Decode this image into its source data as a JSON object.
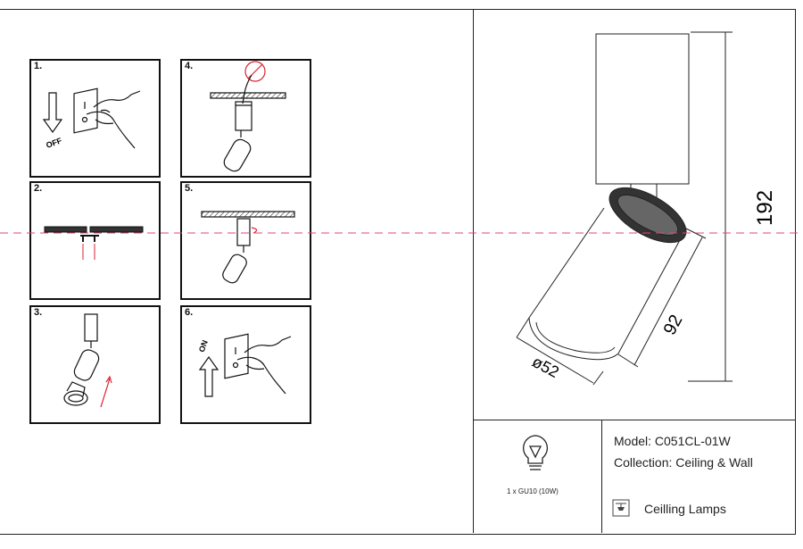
{
  "steps": [
    {
      "number": "1.",
      "label": "OFF"
    },
    {
      "number": "2."
    },
    {
      "number": "3."
    },
    {
      "number": "4."
    },
    {
      "number": "5."
    },
    {
      "number": "6.",
      "label": "ON"
    }
  ],
  "dimensions": {
    "height": "192",
    "length": "92",
    "diameter": "ø52"
  },
  "bulb": {
    "caption": "1 x GU10 (10W)"
  },
  "product": {
    "model": "Model: C051CL-01W",
    "collection": "Collection: Ceiling & Wall",
    "category": "Ceilling Lamps"
  },
  "colors": {
    "guide_line": "#e0457b",
    "line": "#222222"
  }
}
